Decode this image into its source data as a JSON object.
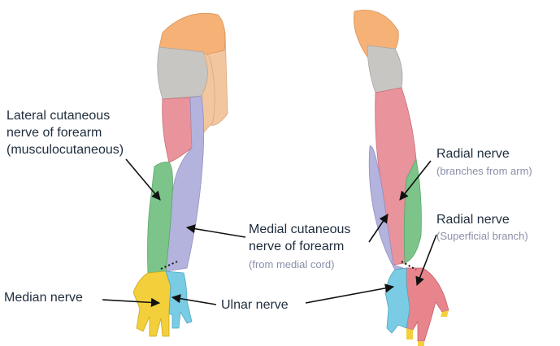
{
  "labels": {
    "lateral_cutaneous": {
      "line1": "Lateral cutaneous",
      "line2": "nerve of forearm",
      "line3": "(musculocutaneous)"
    },
    "median_nerve": "Median nerve",
    "medial_cutaneous": {
      "line1": "Medial cutaneous",
      "line2": "nerve of forearm",
      "sub": "(from medial cord)"
    },
    "ulnar_nerve": "Ulnar nerve",
    "radial_nerve_arm": {
      "title": "Radial nerve",
      "sub": "(branches from arm)"
    },
    "radial_nerve_superficial": {
      "title": "Radial nerve",
      "sub": "(Superficial branch)"
    }
  },
  "colors": {
    "skin": "#f2c79f",
    "shoulder": "#f6b276",
    "axillary_region": "#c8c6c3",
    "lateral_cutaneous": "#7cc48a",
    "medial_cutaneous": "#b4b3dd",
    "radial_arm": "#e9939c",
    "median": "#f2cf3b",
    "ulnar": "#79cce4",
    "radial_superficial": "#e7848c",
    "label_text": "#1f2d3d",
    "sub_text": "#8a8fa8"
  }
}
